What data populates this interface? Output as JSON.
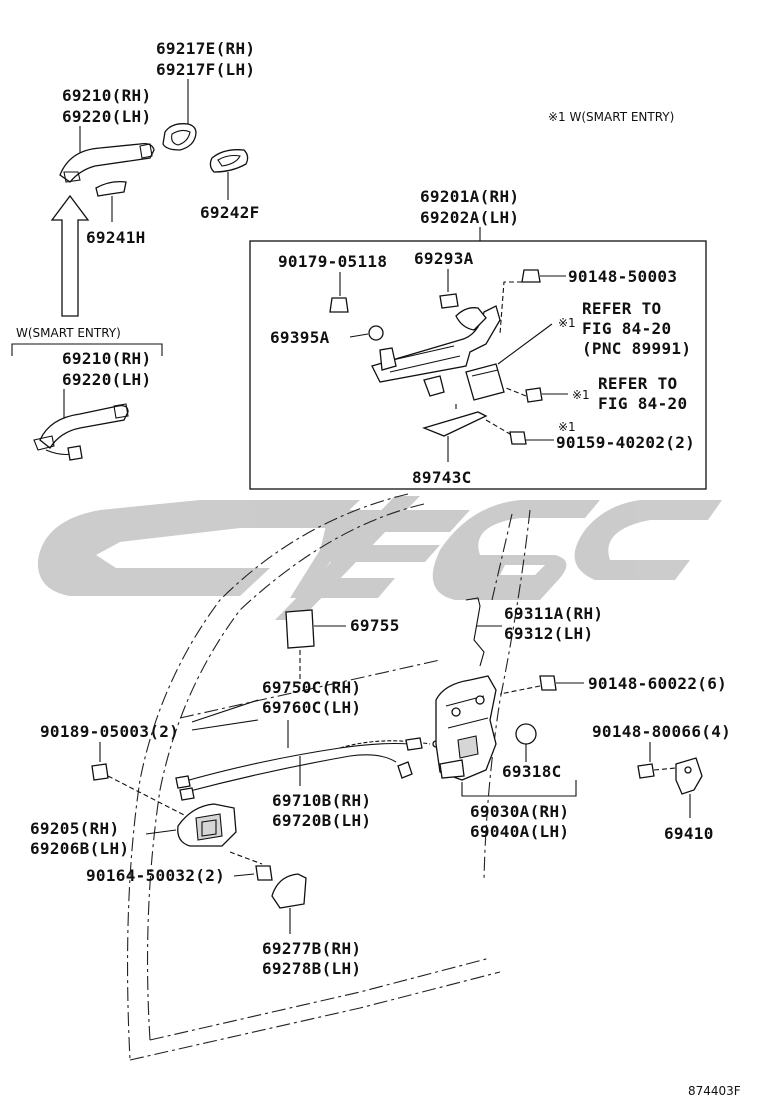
{
  "diagram": {
    "figure_id": "874403F",
    "footnote": "※1 W(SMART ENTRY)",
    "watermark_color": "#c9c9c9",
    "labels": {
      "p69217": [
        "69217E(RH)",
        "69217F(LH)"
      ],
      "p69210_top": [
        "69210(RH)",
        "69220(LH)"
      ],
      "p69241": "69241H",
      "p69242": "69242F",
      "smart_entry_caption": "W(SMART ENTRY)",
      "p69210_smart": [
        "69210(RH)",
        "69220(LH)"
      ],
      "p69201": [
        "69201A(RH)",
        "69202A(LH)"
      ],
      "p90179": "90179-05118",
      "p69293": "69293A",
      "p90148_50003": "90148-50003",
      "refer1": [
        "REFER TO",
        "FIG 84-20",
        "(PNC 89991)"
      ],
      "refer2": [
        "REFER TO",
        "FIG 84-20"
      ],
      "mark1": "※1",
      "mark2": "※1",
      "mark3": "※1",
      "p69395": "69395A",
      "p90159": "90159-40202(2)",
      "p89743": "89743C",
      "p69755": "69755",
      "p69311": [
        "69311A(RH)",
        "69312(LH)"
      ],
      "p69750": [
        "69750C(RH)",
        "69760C(LH)"
      ],
      "p90148_60022": "90148-60022(6)",
      "p90189": "90189-05003(2)",
      "p90148_80066": "90148-80066(4)",
      "p69318": "69318C",
      "p69710": [
        "69710B(RH)",
        "69720B(LH)"
      ],
      "p69030": [
        "69030A(RH)",
        "69040A(LH)"
      ],
      "p69410": "69410",
      "p69205": [
        "69205(RH)",
        "69206B(LH)"
      ],
      "p90164": "90164-50032(2)",
      "p69277": [
        "69277B(RH)",
        "69278B(LH)"
      ]
    }
  }
}
